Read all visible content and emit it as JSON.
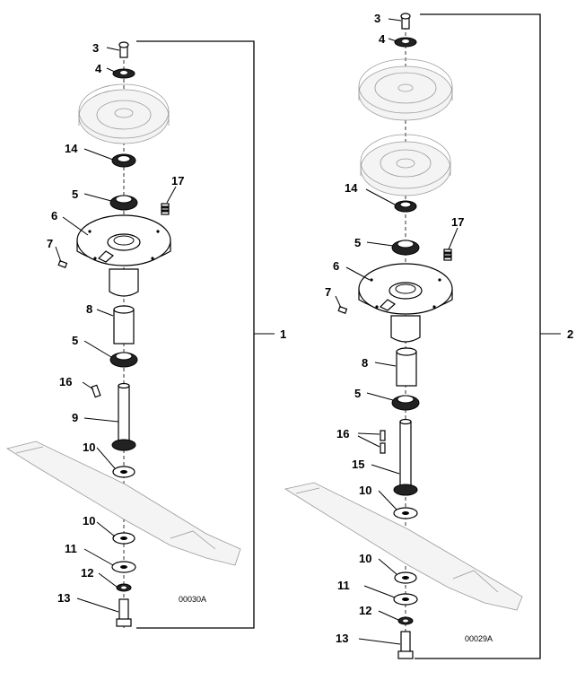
{
  "left_assembly": {
    "callouts": [
      "3",
      "4",
      "14",
      "5",
      "17",
      "6",
      "7",
      "8",
      "5",
      "16",
      "9",
      "10",
      "10",
      "11",
      "12",
      "13"
    ],
    "assembly_number": "1",
    "drawing_code": "00030A"
  },
  "right_assembly": {
    "callouts": [
      "3",
      "4",
      "14",
      "17",
      "5",
      "6",
      "7",
      "8",
      "5",
      "16",
      "15",
      "10",
      "10",
      "11",
      "12",
      "13"
    ],
    "assembly_number": "2",
    "drawing_code": "00029A"
  }
}
